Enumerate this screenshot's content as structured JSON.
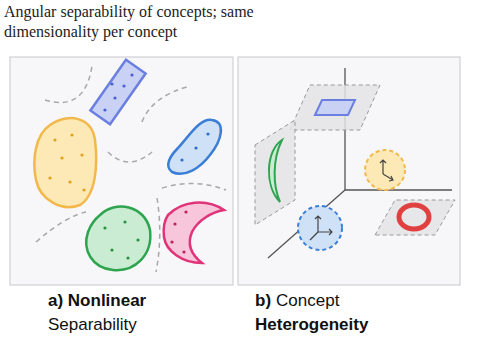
{
  "diagram": {
    "labels": [
      "Angular separability of concepts; same dimensionality per concept",
      "a) Nonlinear",
      "Separability",
      "b)",
      "Concept",
      "Heterogeneity"
    ]
  }
}
